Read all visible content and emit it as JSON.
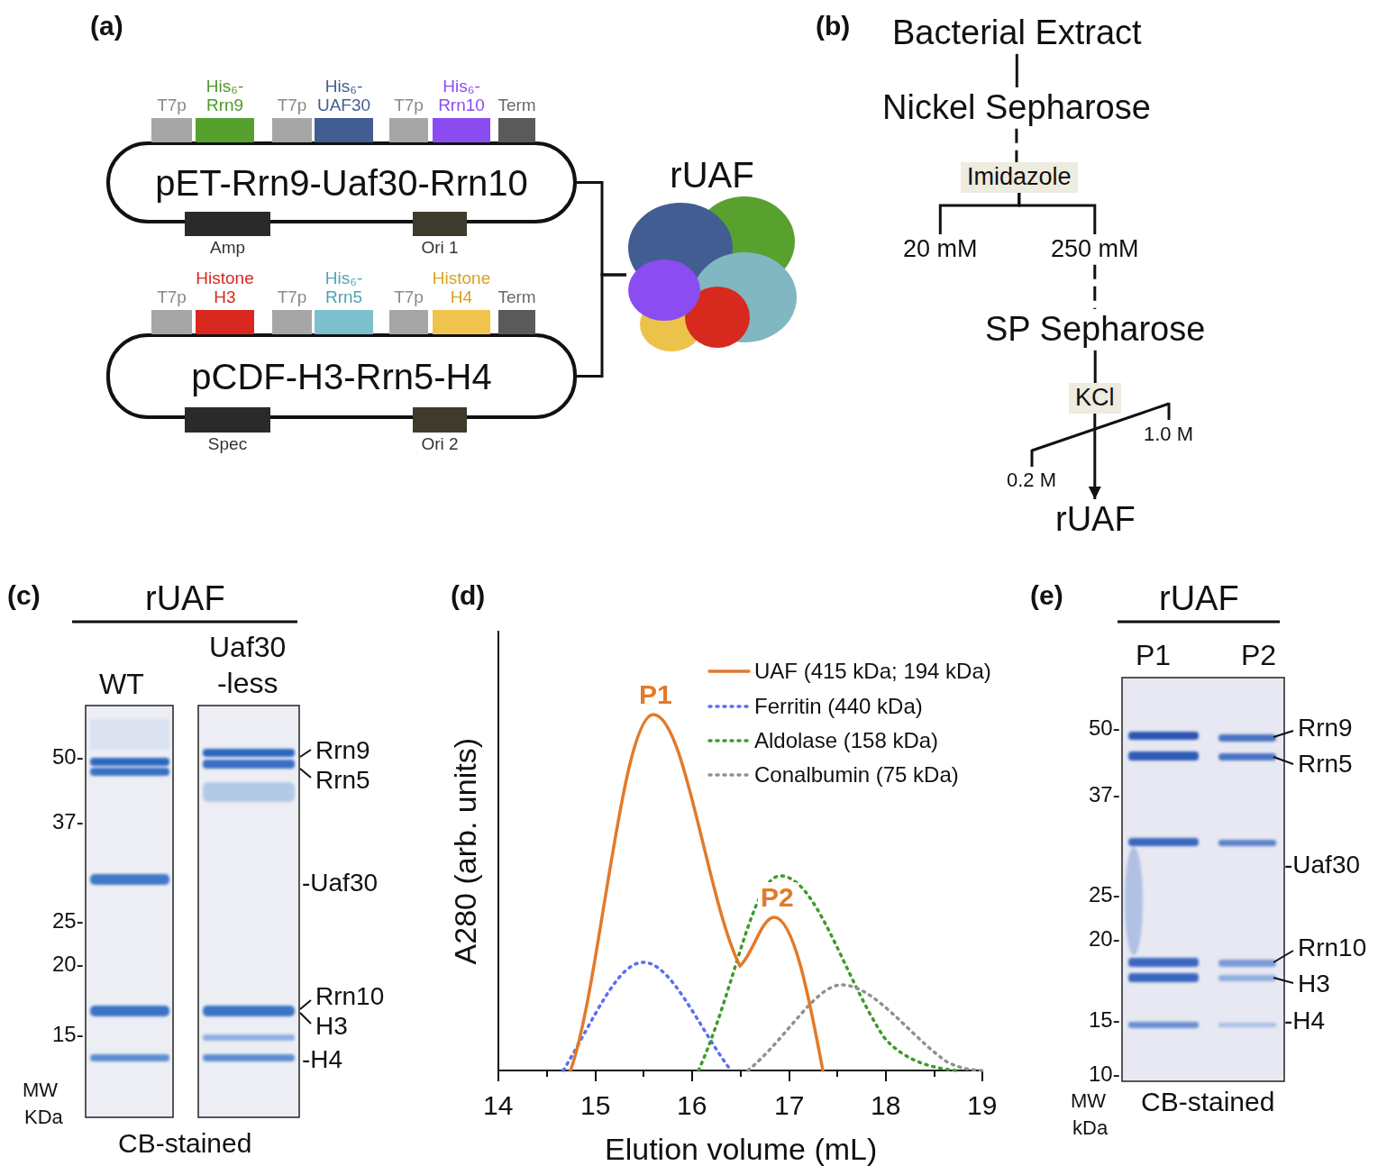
{
  "diagram": {
    "nodes": [
      {
        "text": [
          "pET-Rrn9-Uaf30-Rrn10"
        ]
      },
      {
        "text": [
          "T7p"
        ]
      },
      {
        "text": [
          "His₆- Rrn9"
        ]
      },
      {
        "text": [
          "T7p"
        ]
      },
      {
        "text": [
          "His₆- UAF30"
        ]
      },
      {
        "text": [
          "T7p"
        ]
      },
      {
        "text": [
          "His₆- Rrn10"
        ]
      },
      {
        "text": [
          "Term"
        ]
      },
      {
        "text": [
          "Amp"
        ]
      },
      {
        "text": [
          "Ori 1"
        ]
      },
      {
        "text": [
          "pCDF-H3-Rrn5-H4"
        ]
      },
      {
        "text": [
          "T7p"
        ]
      },
      {
        "text": [
          "Histone H3"
        ]
      },
      {
        "text": [
          "T7p"
        ]
      },
      {
        "text": [
          "His₆- Rrn5"
        ]
      },
      {
        "text": [
          "T7p"
        ]
      },
      {
        "text": [
          "Histone H4"
        ]
      },
      {
        "text": [
          "Term"
        ]
      },
      {
        "text": [
          "Spec"
        ]
      },
      {
        "text": [
          "Ori 2"
        ]
      },
      {
        "text": [
          "rUAF"
        ]
      },
      {
        "text": [
          "Bacterial Extract"
        ]
      },
      {
        "text": [
          "Nickel Sepharose"
        ]
      },
      {
        "text": [
          "Imidazole"
        ]
      },
      {
        "text": [
          "20 mM"
        ]
      },
      {
        "text": [
          "250 mM"
        ]
      },
      {
        "text": [
          "SP Sepharose"
        ]
      },
      {
        "text": [
          "KCl"
        ]
      },
      {
        "text": [
          "rUAF"
        ]
      }
    ],
    "edges": [
      {
        "from": 0,
        "to": 20,
        "arrow": "none"
      },
      {
        "from": 10,
        "to": 20,
        "arrow": "none"
      },
      {
        "from": 21,
        "to": 22,
        "arrow": "none"
      },
      {
        "from": 22,
        "to": 23,
        "arrow": "none"
      },
      {
        "from": 23,
        "to": 24,
        "arrow": "none"
      },
      {
        "from": 23,
        "to": 25,
        "arrow": "none"
      },
      {
        "from": 25,
        "to": 26,
        "arrow": "none"
      },
      {
        "from": 26,
        "to": 27,
        "arrow": "none"
      },
      {
        "from": 27,
        "to": 28,
        "arrow": "to"
      }
    ],
    "labels": [
      "(a)",
      "(b)",
      "(c)",
      "rUAF",
      "WT",
      "Uaf30 -less",
      "50-",
      "37-",
      "25-",
      "20-",
      "15-",
      "MW",
      "KDa",
      "Rrn9",
      "Rrn5",
      "-Uaf30",
      "Rrn10",
      "H3",
      "-H4",
      "CB-stained",
      "(d)",
      "P1",
      "P2",
      "A280 (arb. units)",
      "14",
      "15",
      "16",
      "17",
      "18",
      "19",
      "Elution volume (mL)",
      "(e)",
      "rUAF",
      "P1",
      "P2",
      "50-",
      "37-",
      "25-",
      "20-",
      "15-",
      "10-",
      "Rrn9",
      "Rrn5",
      "-Uaf30",
      "Rrn10",
      "H3",
      "-H4",
      "MW",
      "kDa",
      "CB-stained",
      "0.2 M",
      "1.0 M"
    ],
    "legend": [
      {
        "text": "UAF (415 kDa; 194 kDa)"
      },
      {
        "text": "Ferritin (440 kDa)"
      },
      {
        "text": "Aldolase (158 kDa)"
      },
      {
        "text": "Conalbumin (75 kDa)"
      }
    ]
  }
}
